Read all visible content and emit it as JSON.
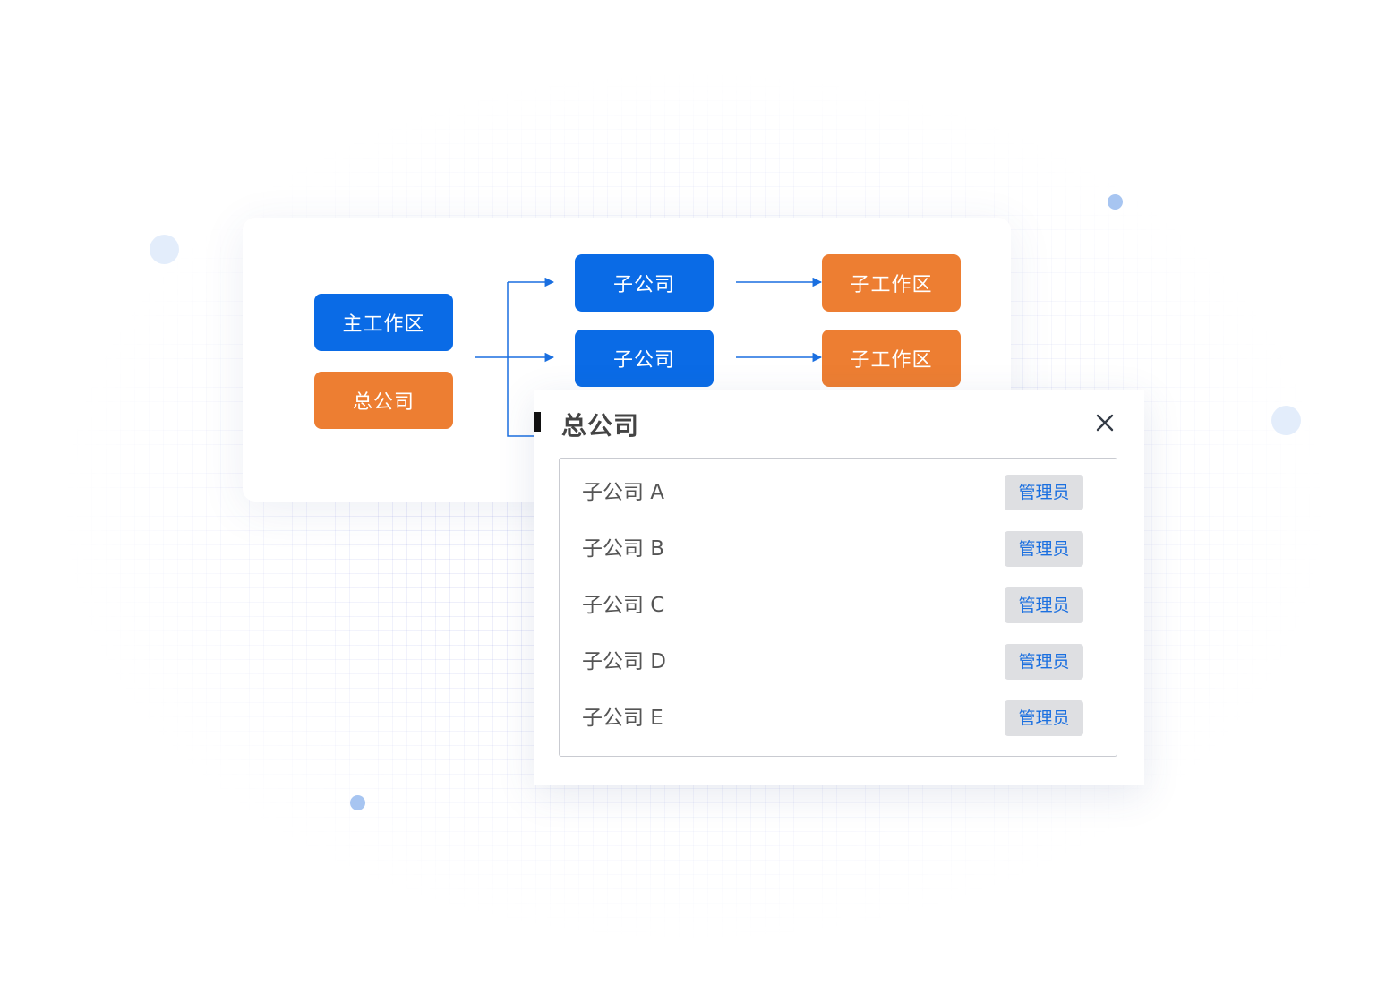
{
  "flow": {
    "main_workspace": "主工作区",
    "head_office": "总公司",
    "subsidiary_1": "子公司",
    "subsidiary_2": "子公司",
    "sub_workspace_1": "子工作区",
    "sub_workspace_2": "子工作区"
  },
  "panel": {
    "title": "总公司",
    "close_icon": "close-icon",
    "subsidiaries": [
      {
        "name": "子公司 A",
        "role": "管理员"
      },
      {
        "name": "子公司 B",
        "role": "管理员"
      },
      {
        "name": "子公司 C",
        "role": "管理员"
      },
      {
        "name": "子公司 D",
        "role": "管理员"
      },
      {
        "name": "子公司 E",
        "role": "管理员"
      }
    ]
  },
  "colors": {
    "blue": "#0a6be6",
    "orange": "#ed7e32",
    "role_text": "#1a6fe0",
    "role_bg": "#dedfe2"
  }
}
